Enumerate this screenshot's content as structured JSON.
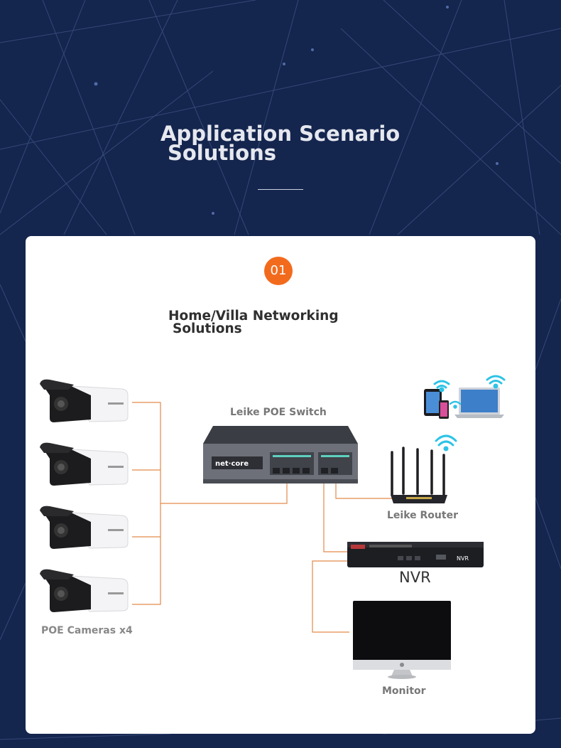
{
  "header": {
    "title_line1": "Application Scenario",
    "title_line2": "Solutions"
  },
  "section": {
    "badge": "01",
    "title_line1": "Home/Villa Networking",
    "title_line2": "Solutions"
  },
  "labels": {
    "switch": "Leike POE Switch",
    "switch_brand": "net·core",
    "cameras": "POE Cameras x4",
    "router": "Leike Router",
    "nvr": "NVR",
    "nvr_front": "NVR",
    "monitor": "Monitor"
  },
  "colors": {
    "background": "#14254e",
    "accent": "#f26b1d",
    "connector": "#e38a4b",
    "wifi": "#2ec3e6"
  }
}
